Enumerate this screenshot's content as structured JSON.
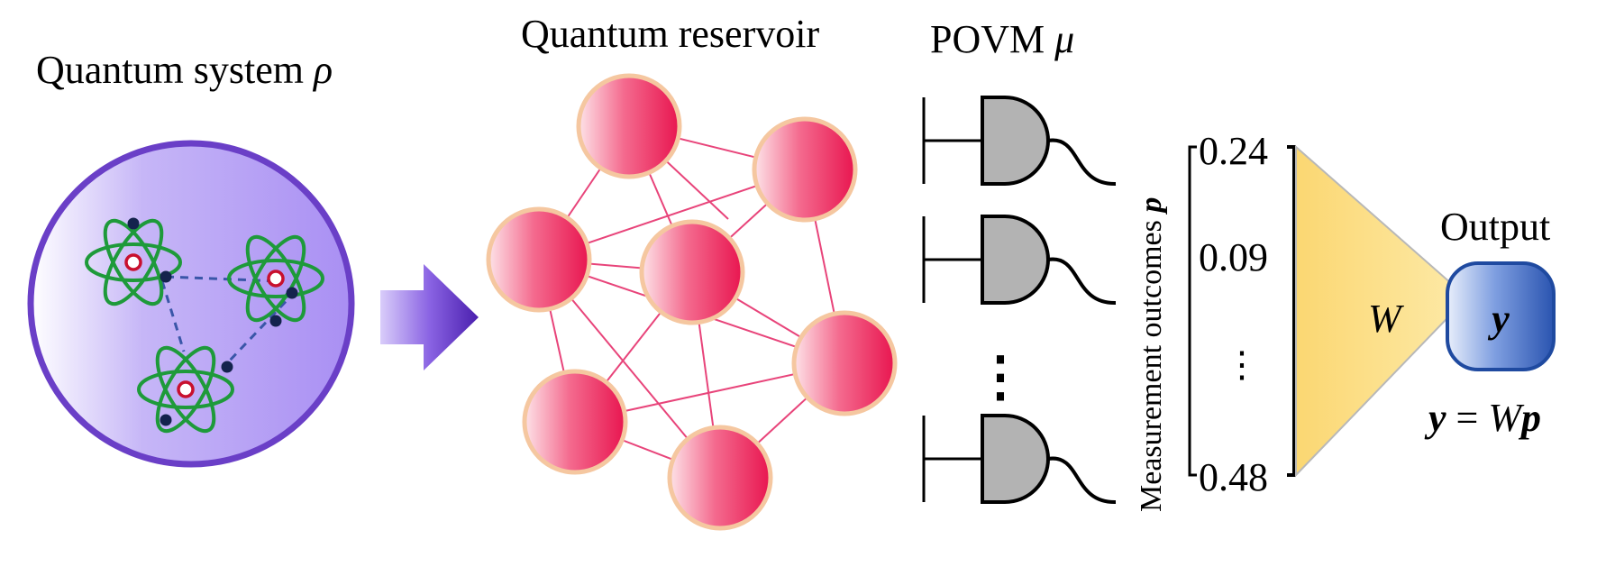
{
  "labels": {
    "system": "Quantum system",
    "system_symbol": "ρ",
    "reservoir": "Quantum reservoir",
    "povm": "POVM",
    "povm_symbol": "μ",
    "outcomes": "Measurement outcomes",
    "outcomes_symbol": "p",
    "weights": "W",
    "output": "Output",
    "output_symbol": "y",
    "equation_lhs": "y",
    "equation_eq": "=",
    "equation_w": "W",
    "equation_p": "p"
  },
  "outcomes": {
    "top": "0.24",
    "middle": "0.09",
    "ellipsis": "⋮",
    "bottom": "0.48"
  },
  "detector_ellipsis": "⋮",
  "colors": {
    "system_fill": "#b29cf5",
    "system_border": "#6a3fc7",
    "arrow": "#5a2fc0",
    "atom_orbit": "#1e9a3a",
    "atom_nucleus": "#c8102e",
    "electron": "#14234d",
    "node": "#f23a6a",
    "node_border": "#f5c7a0",
    "edge": "#e8447a",
    "detector": "#b3b3b3",
    "weights_fill": "#fde08a",
    "output_fill": "#2f5fb8"
  }
}
